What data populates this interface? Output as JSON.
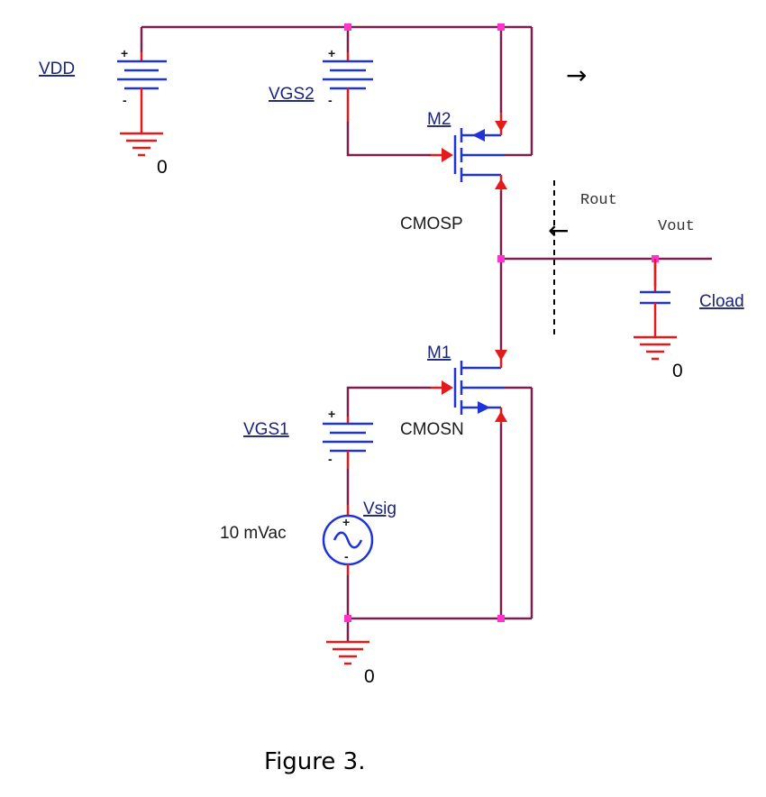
{
  "components": {
    "vdd": {
      "label": "VDD"
    },
    "vgs2": {
      "label": "VGS2"
    },
    "m2": {
      "label": "M2",
      "model": "CMOSP"
    },
    "m1": {
      "label": "M1",
      "model": "CMOSN"
    },
    "vgs1": {
      "label": "VGS1"
    },
    "vsig": {
      "label": "Vsig",
      "value": "10 mVac"
    },
    "cload": {
      "label": "Cload"
    }
  },
  "grounds": {
    "g1": "0",
    "g2": "0",
    "g3": "0"
  },
  "annotations": {
    "rout": "Rout",
    "vout": "Vout",
    "arrow_right": "→",
    "arrow_left": "←"
  },
  "polarity": {
    "plus": "+",
    "minus": "-"
  },
  "caption": "Figure 3.",
  "colors": {
    "wire": "#7b1f4f",
    "pin": "#e31b1b",
    "component": "#1f33d6",
    "node": "#ff33cc"
  }
}
